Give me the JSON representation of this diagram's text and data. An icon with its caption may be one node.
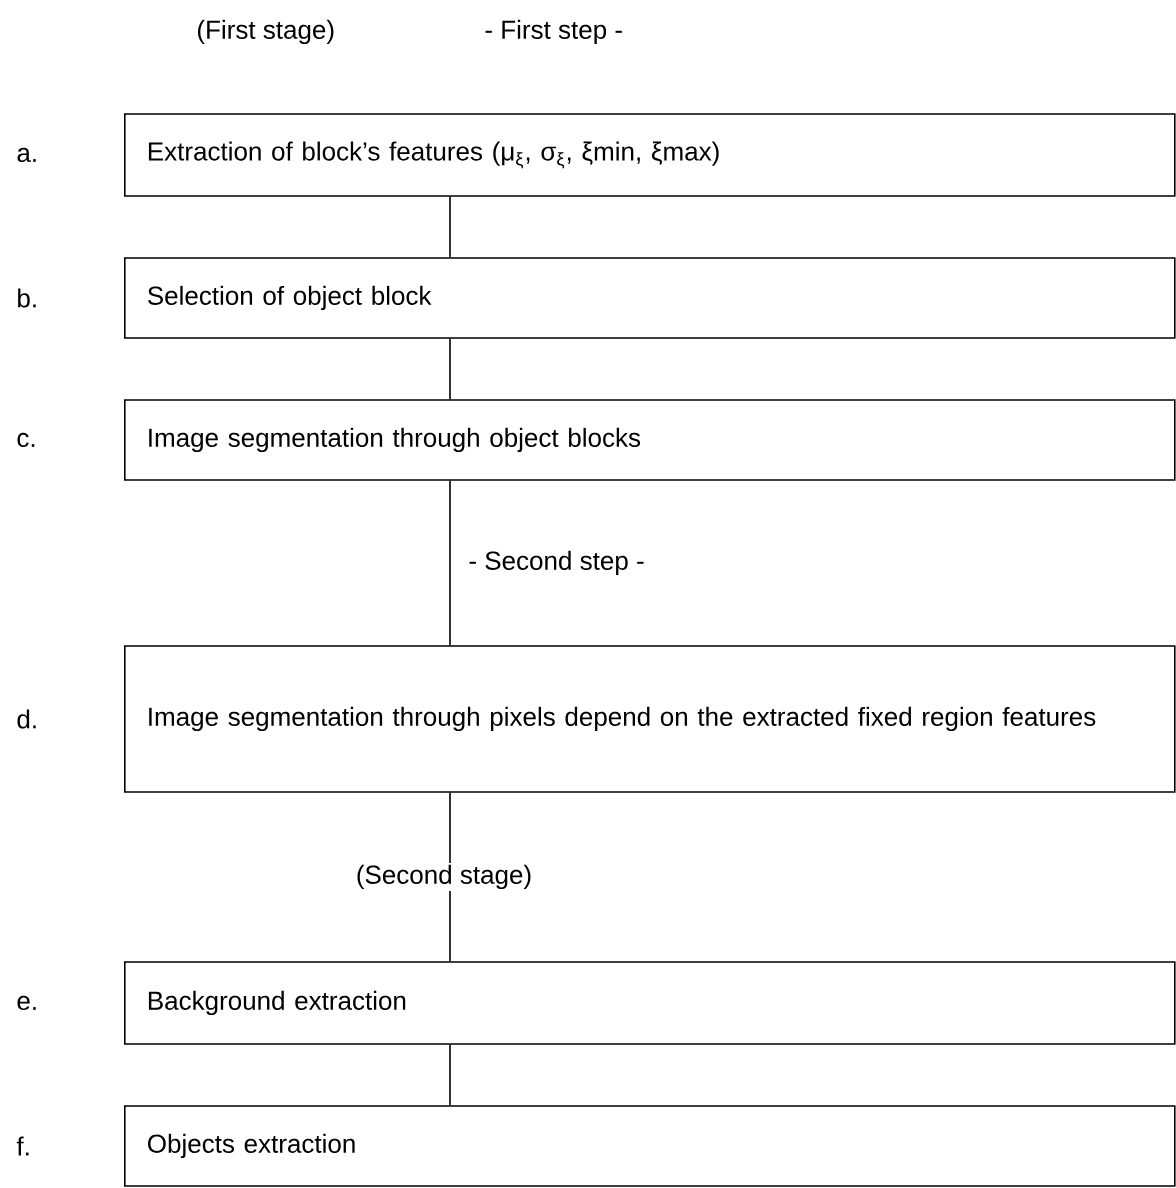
{
  "diagram": {
    "nodes": [
      {
        "text": [
          "Extraction of block’s features (μ$_{ξ}$, σ$_{ξ}$, ξmin, ξmax)"
        ]
      },
      {
        "text": [
          "Selection of object block"
        ]
      },
      {
        "text": [
          "Image segmentation through object blocks"
        ]
      },
      {
        "text": [
          "Image segmentation through pixels depend on the extracted fixed region features"
        ]
      },
      {
        "text": [
          "Background extraction"
        ]
      },
      {
        "text": [
          "Objects extraction"
        ]
      }
    ],
    "edges": [
      {
        "from": 0,
        "to": 1,
        "arrow": "none"
      },
      {
        "from": 1,
        "to": 2,
        "arrow": "none"
      },
      {
        "from": 2,
        "to": 3,
        "arrow": "none",
        "label": "- Second step -"
      },
      {
        "from": 3,
        "to": 4,
        "arrow": "none",
        "label": "(Second stage)"
      },
      {
        "from": 4,
        "to": 5,
        "arrow": "none"
      }
    ],
    "labels": [
      "(First stage)",
      "- First step -",
      "a.",
      "b.",
      "c.",
      "d.",
      "e.",
      "f."
    ]
  }
}
